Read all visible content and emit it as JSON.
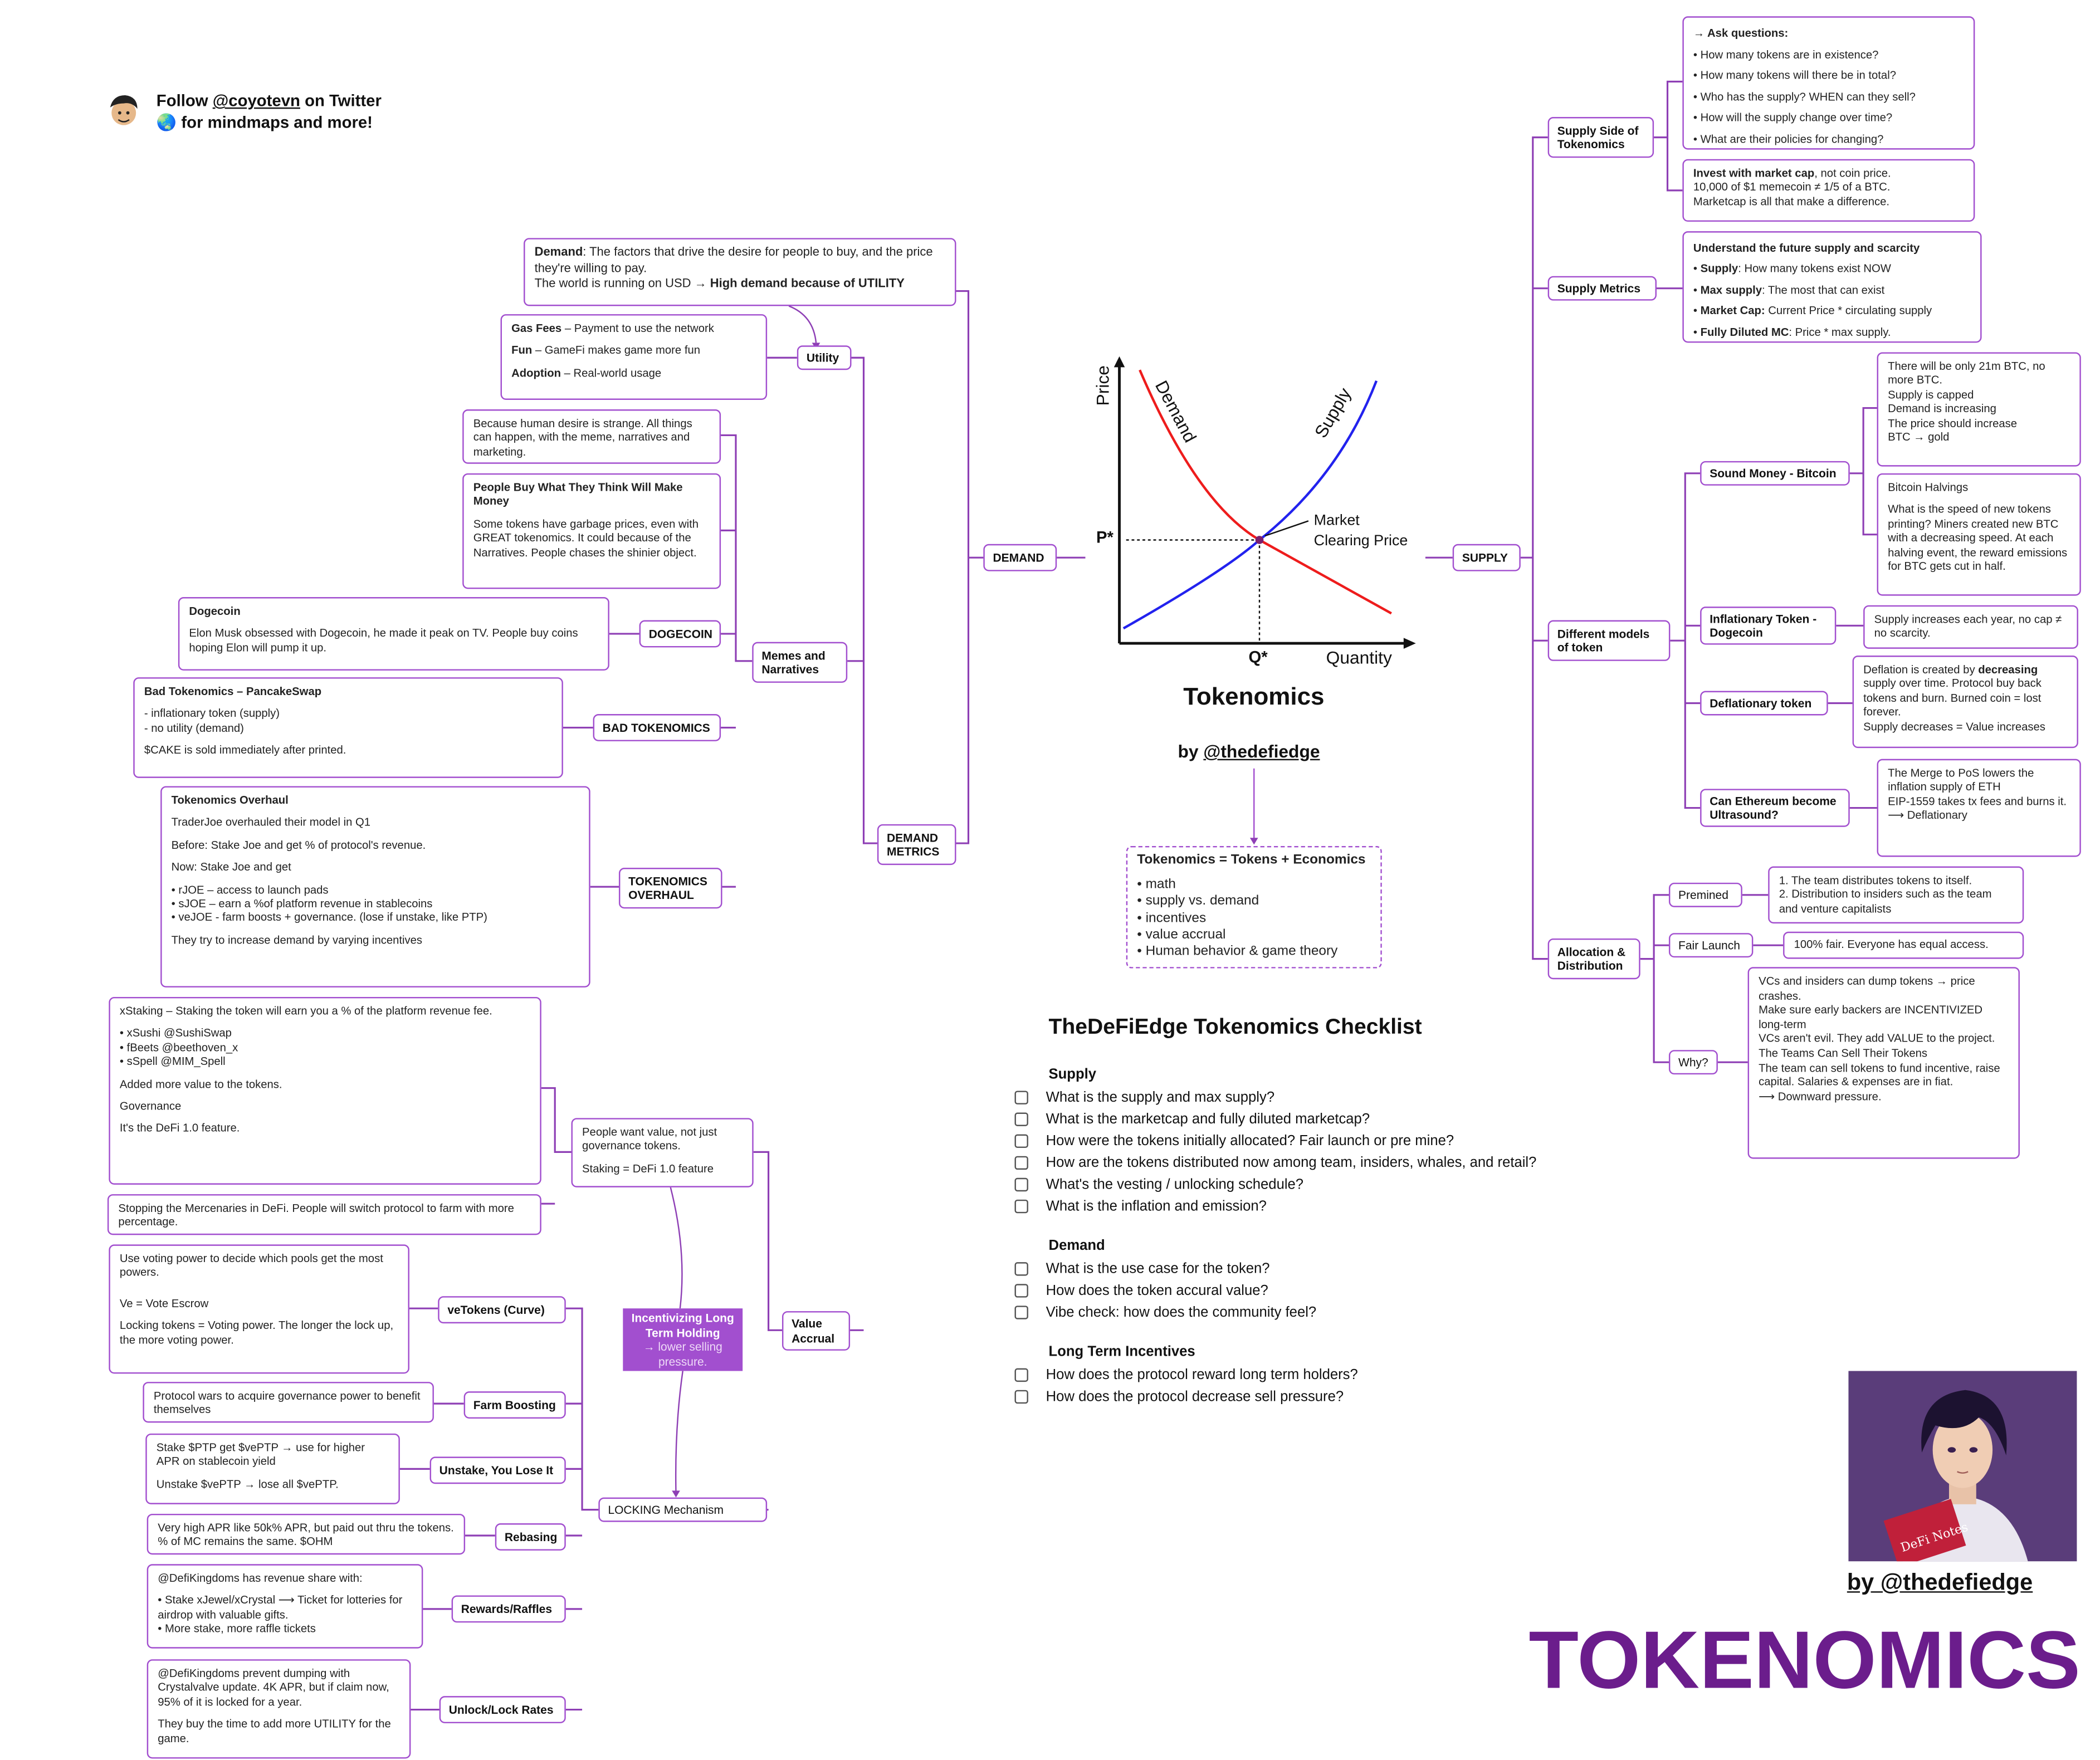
{
  "header": {
    "follow_prefix": "Follow ",
    "follow_handle": "@coyotevn",
    "follow_suffix": " on Twitter",
    "line2": "🌏 for mindmaps and more!"
  },
  "colors": {
    "accent": "#a24fcf",
    "wire": "#8e3fb5",
    "brand": "#6b1d8c",
    "demand_curve": "#ee1c1c",
    "supply_curve": "#2222ee"
  },
  "chart": {
    "y_label": "Price",
    "x_label": "Quantity",
    "demand_label": "Demand",
    "supply_label": "Supply",
    "p_star": "P*",
    "q_star": "Q*",
    "clearing": "Market\nClearing Price",
    "title": "Tokenomics",
    "by": "by ",
    "by_handle": "@thedefiedge"
  },
  "labels": {
    "demand": "DEMAND",
    "supply": "SUPPLY",
    "utility": "Utility",
    "demand_metrics": "DEMAND\nMETRICS",
    "memes": "Memes and\nNarratives",
    "dogecoin": "DOGECOIN",
    "bad_tokenomics": "BAD TOKENOMICS",
    "overhaul": "TOKENOMICS\nOVERHAUL",
    "value_accrual": "Value\nAccrual",
    "incentivizing_title": "Incentivizing Long Term Holding",
    "incentivizing_sub": "→ lower selling pressure.",
    "locking": "LOCKING Mechanism",
    "vetokens": "veTokens (Curve)",
    "farm_boosting": "Farm Boosting",
    "unstake": "Unstake, You Lose It",
    "rebasing": "Rebasing",
    "rewards": "Rewards/Raffles",
    "unlock": "Unlock/Lock Rates",
    "supply_side": "Supply Side of\nTokenomics",
    "supply_metrics": "Supply Metrics",
    "different_models": "Different models\nof token",
    "sound_money": "Sound Money - Bitcoin",
    "inflationary": "Inflationary Token -\nDogecoin",
    "deflationary": "Deflationary token",
    "ethereum": "Can Ethereum become\nUltrasound?",
    "allocation": "Allocation &\nDistribution",
    "premined": "Premined",
    "fair_launch": "Fair Launch",
    "why": "Why?"
  },
  "nodes": {
    "demand_def": [
      [
        {
          "b": "Demand"
        },
        {
          "t": ": The factors that drive the desire for people to buy, and the price they're willing to pay."
        }
      ],
      [
        {
          "t": "The world is running on USD → "
        },
        {
          "b": "High demand because of UTILITY"
        }
      ]
    ],
    "utility_note": [
      [
        {
          "b": "Gas Fees"
        },
        {
          "t": " – Payment to use the network"
        }
      ],
      "",
      [
        {
          "b": "Fun"
        },
        {
          "t": " – GameFi makes game more fun"
        }
      ],
      "",
      [
        {
          "b": "Adoption"
        },
        {
          "t": " – Real-world usage"
        }
      ]
    ],
    "memes_note1": [
      "Because human desire is strange. All things can happen, with the meme, narratives and marketing."
    ],
    "memes_note2": [
      [
        {
          "b": "People Buy What They Think Will Make Money"
        }
      ],
      "",
      "Some tokens have garbage prices, even with GREAT tokenomics. It could because of the Narratives. People chases the shinier object."
    ],
    "dogecoin_note": [
      [
        {
          "b": "Dogecoin"
        }
      ],
      "",
      "Elon Musk obsessed with Dogecoin, he made it peak on TV. People buy coins hoping Elon will pump it up."
    ],
    "bad_note": [
      [
        {
          "b": "Bad Tokenomics – PancakeSwap"
        }
      ],
      "",
      "- inflationary token (supply)",
      "- no utility (demand)",
      "",
      "$CAKE is sold immediately after printed."
    ],
    "overhaul_note": [
      [
        {
          "b": "Tokenomics Overhaul"
        }
      ],
      "",
      "TraderJoe overhauled their model in Q1",
      "",
      "Before: Stake Joe and get % of protocol's revenue.",
      "",
      "Now: Stake Joe and get",
      "",
      "• rJOE – access to launch pads",
      "• sJOE – earn a %of platform revenue in stablecoins",
      "• veJOE - farm boosts + governance. (lose if unstake, like PTP)",
      "",
      "They try to increase demand by varying incentives"
    ],
    "people_want": [
      "People want value, not just governance tokens.",
      "",
      "Staking = DeFi 1.0 feature"
    ],
    "xstaking": [
      "xStaking – Staking the token will earn you a % of the platform revenue fee.",
      "",
      "• xSushi @SushiSwap",
      "• fBeets @beethoven_x",
      "• sSpell @MIM_Spell",
      "",
      "Added more value to the tokens.",
      "",
      "Governance",
      "",
      "It's the DeFi 1.0 feature."
    ],
    "mercenaries": [
      "Stopping the Mercenaries in DeFi. People will switch protocol to farm with more percentage."
    ],
    "vetokens_note": [
      "Use voting power to decide which pools get the most powers.",
      "",
      "",
      "Ve = Vote Escrow",
      "",
      "Locking tokens = Voting power. The longer the lock up, the more voting power."
    ],
    "farm_note": [
      "Protocol wars to acquire governance power to benefit themselves"
    ],
    "unstake_note": [
      "Stake $PTP get $vePTP → use for higher APR on stablecoin yield",
      "",
      "Unstake $vePTP → lose all $vePTP."
    ],
    "rebasing_note": [
      "Very high APR like 50k% APR, but paid out thru the tokens. % of MC remains the same. $OHM"
    ],
    "rewards_note": [
      "@DefiKingdoms has revenue share with:",
      "",
      "• Stake xJewel/xCrystal ⟶ Ticket for lotteries for airdrop with valuable gifts.",
      "• More stake, more raffle tickets"
    ],
    "unlock_note": [
      "@DefiKingdoms prevent dumping with Crystalvalve update. 4K APR, but if claim now, 95% of it is locked for a year.",
      "",
      "They buy the time to add more UTILITY for the game."
    ],
    "ask_questions": [
      [
        {
          "b": "→ Ask questions:"
        }
      ],
      "• How many tokens are in existence?",
      "• How many tokens will there be in total?",
      "• Who has the supply? WHEN can they sell?",
      "• How will the supply change over time?",
      "• What are their policies for changing?"
    ],
    "invest": [
      [
        {
          "b": "Invest with market cap"
        },
        {
          "t": ", not coin price."
        }
      ],
      "10,000 of $1 memecoin ≠ 1/5 of a BTC.",
      "Marketcap is all that make a difference."
    ],
    "metrics_note": [
      [
        {
          "b": "Understand the future supply and scarcity"
        }
      ],
      [
        {
          "t": "• "
        },
        {
          "b": "Supply"
        },
        {
          "t": ": How many tokens exist NOW"
        }
      ],
      [
        {
          "t": "• "
        },
        {
          "b": "Max supply"
        },
        {
          "t": ": The most that can exist"
        }
      ],
      [
        {
          "t": "• "
        },
        {
          "b": "Market Cap:"
        },
        {
          "t": " Current Price * circulating supply"
        }
      ],
      [
        {
          "t": "• "
        },
        {
          "b": "Fully Diluted MC"
        },
        {
          "t": ": Price * max supply."
        }
      ]
    ],
    "btc_note1": [
      "There will be only 21m BTC, no more BTC.",
      "Supply is capped",
      "Demand is increasing",
      "The price should increase",
      "BTC → gold"
    ],
    "btc_note2": [
      "Bitcoin Halvings",
      "",
      "What is the speed of new tokens printing? Miners created new BTC with a decreasing speed. At each halving event, the reward emissions for BTC gets cut in half."
    ],
    "inflationary_note": [
      "Supply increases each year, no cap ≠ no scarcity."
    ],
    "deflationary_note": [
      [
        {
          "t": "Deflation is created by "
        },
        {
          "b": "decreasing"
        },
        {
          "t": " supply over time. Protocol buy back tokens and burn. Burned coin = lost forever."
        }
      ],
      "Supply decreases = Value increases"
    ],
    "ethereum_note": [
      "The Merge to PoS lowers the inflation supply of ETH",
      "EIP-1559 takes tx fees and burns it.",
      "⟶ Deflationary"
    ],
    "premined_note": [
      "1. The team distributes tokens to itself.",
      "2. Distribution to insiders such as the team and venture capitalists"
    ],
    "fair_note": [
      "100% fair. Everyone has equal access."
    ],
    "why_note": [
      "VCs and insiders can dump tokens → price crashes.",
      "Make sure early backers are INCENTIVIZED long-term",
      "VCs aren't evil. They add VALUE to the project.",
      "The Teams Can Sell Their Tokens",
      "The team can sell tokens to fund incentive, raise capital. Salaries & expenses are in fiat.",
      "⟶ Downward pressure."
    ],
    "equation": [
      [
        {
          "b": "Tokenomics = Tokens + Economics"
        }
      ],
      "",
      "• math",
      "• supply vs. demand",
      "• incentives",
      "• value accrual",
      "• Human behavior & game theory"
    ]
  },
  "checklist": {
    "title": "TheDeFiEdge Tokenomics Checklist",
    "sections": [
      {
        "heading": "Supply",
        "items": [
          "What is the supply and max supply?",
          "What is the marketcap and fully diluted marketcap?",
          "How were the tokens initially allocated? Fair launch or pre mine?",
          "How are the tokens distributed now among team, insiders, whales, and retail?",
          "What's the vesting / unlocking schedule?",
          "What is the inflation and emission?"
        ]
      },
      {
        "heading": "Demand",
        "items": [
          "What is the use case for the token?",
          "How does the token accural value?",
          "Vibe check: how does the community feel?"
        ]
      },
      {
        "heading": "Long Term Incentives",
        "items": [
          "How does the protocol reward long term holders?",
          "How does the protocol decrease sell pressure?"
        ]
      }
    ]
  },
  "footer": {
    "by": "by @thedefiedge",
    "big_title": "TOKENOMICS",
    "portrait_book_text": "DeFi Notes"
  }
}
